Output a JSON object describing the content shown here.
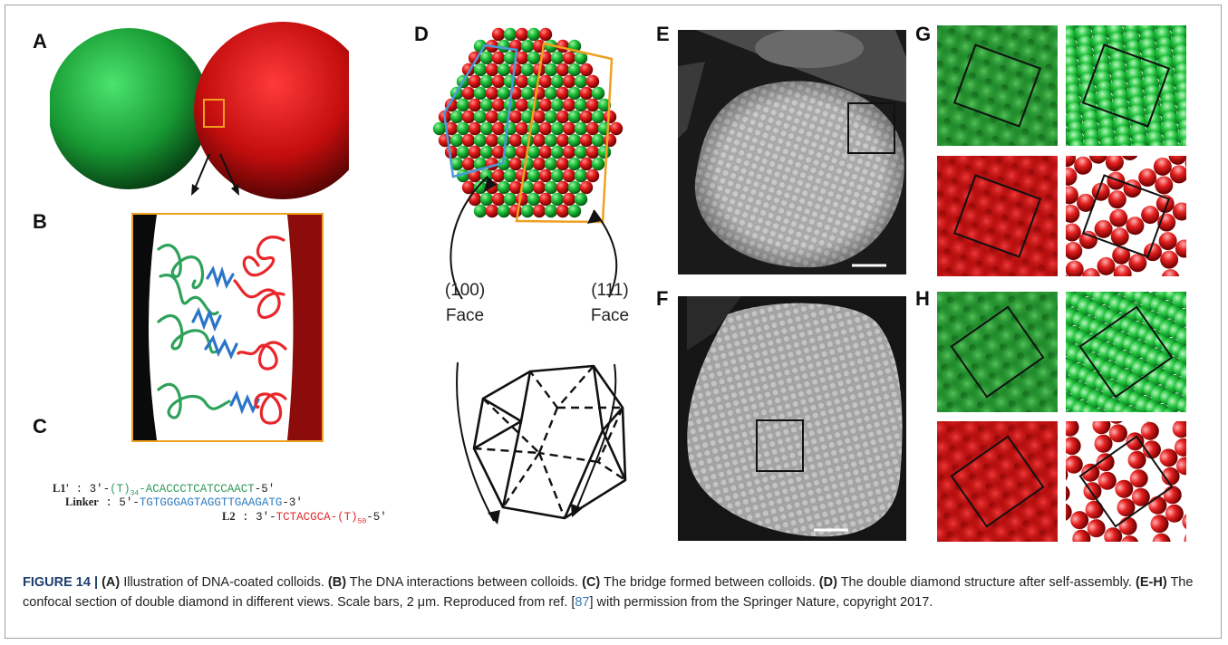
{
  "panels": {
    "A": "A",
    "B": "B",
    "C": "C",
    "D": "D",
    "E": "E",
    "F": "F",
    "G": "G",
    "H": "H"
  },
  "faces": {
    "face100_index": "(100)",
    "face100_word": "Face",
    "face111_index": "(111)",
    "face111_word": "Face"
  },
  "sequences": {
    "l1": {
      "label": "L1'",
      "prefix": "3'-",
      "tail": "(T)",
      "tail_sub": "34",
      "body": "-ACACCCTCATCCAACT",
      "suffix": "-5'"
    },
    "linker": {
      "label": "Linker",
      "prefix": "5'-",
      "body": "TGTGGGAGTAGGTTGAAGATG",
      "suffix": "-3'"
    },
    "l2": {
      "label": "L2",
      "prefix": "3'-",
      "body": "TCTACGCA-",
      "tail": "(T)",
      "tail_sub": "50",
      "suffix": "-5'"
    }
  },
  "caption": {
    "figure_label": "FIGURE 14 |",
    "a_tag": "(A)",
    "a_text": " Illustration of DNA-coated colloids. ",
    "b_tag": "(B)",
    "b_text": " The DNA interactions between colloids. ",
    "c_tag": "(C)",
    "c_text": " The bridge formed between colloids. ",
    "d_tag": "(D)",
    "d_text": " The double diamond structure after self-assembly. ",
    "eh_tag": "(E-H)",
    "eh_text": " The confocal section of double diamond in different views. Scale bars, 2 μm. Reproduced from ref. [",
    "ref": "87",
    "end_text": "] with permission from the Springer Nature, copyright 2017."
  },
  "colors": {
    "green": "#2f9a57",
    "blue": "#2f7bbf",
    "red": "#e02a2a",
    "orange_box": "#f0a020",
    "cell_blue": "#4a9ad8",
    "caption_heading": "#1c3e6e",
    "ref_link": "#3d7ab5"
  }
}
